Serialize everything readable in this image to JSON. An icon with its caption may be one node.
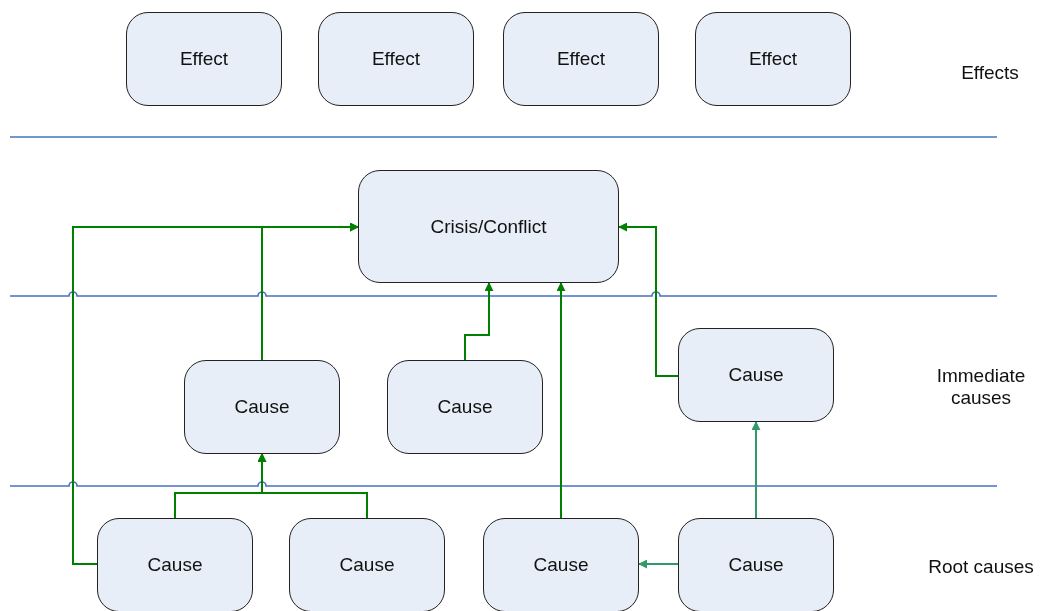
{
  "diagram": {
    "nodes": [
      {
        "text": [
          "Effect"
        ]
      },
      {
        "text": [
          "Effect"
        ]
      },
      {
        "text": [
          "Effect"
        ]
      },
      {
        "text": [
          "Effect"
        ]
      },
      {
        "text": [
          "Crisis/Conflict"
        ]
      },
      {
        "text": [
          "Cause"
        ]
      },
      {
        "text": [
          "Cause"
        ]
      },
      {
        "text": [
          "Cause"
        ]
      },
      {
        "text": [
          "Cause"
        ]
      },
      {
        "text": [
          "Cause"
        ]
      },
      {
        "text": [
          "Cause"
        ]
      },
      {
        "text": [
          "Cause"
        ]
      }
    ],
    "edges": [
      {
        "from": 8,
        "to": 4,
        "arrow": "to"
      },
      {
        "from": 5,
        "to": 4,
        "arrow": "to"
      },
      {
        "from": 6,
        "to": 4,
        "arrow": "to"
      },
      {
        "from": 10,
        "to": 4,
        "arrow": "to"
      },
      {
        "from": 7,
        "to": 4,
        "arrow": "to"
      },
      {
        "from": 8,
        "to": 5,
        "arrow": "to"
      },
      {
        "from": 9,
        "to": 5,
        "arrow": "to"
      },
      {
        "from": 11,
        "to": 7,
        "arrow": "to",
        "color": "#339966"
      },
      {
        "from": 11,
        "to": 10,
        "arrow": "to",
        "color": "#339966"
      }
    ],
    "labels": [
      "Effects",
      "Immediate causes",
      "Root causes"
    ]
  }
}
